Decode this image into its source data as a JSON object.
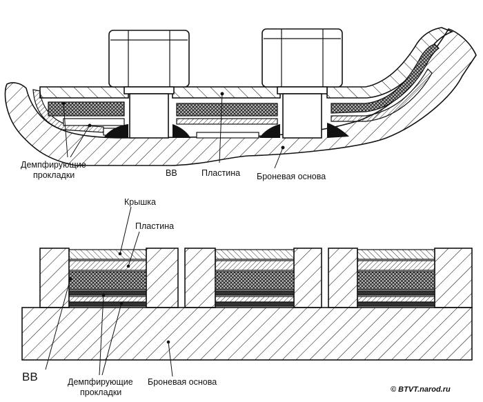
{
  "top_view": {
    "labels": {
      "dampers": [
        "Демпфирующие",
        "прокладки"
      ],
      "explosive": "ВВ",
      "plate": "Пластина",
      "armor_base": "Броневая основа"
    }
  },
  "bottom_view": {
    "labels": {
      "cover": "Крышка",
      "plate": "Пластина",
      "explosive": "ВВ",
      "dampers": [
        "Демпфирующие",
        "прокладки"
      ],
      "armor_base": "Броневая основа"
    }
  },
  "copyright": "© BTVT.narod.ru",
  "colors": {
    "line": "#111111",
    "background": "#ffffff",
    "explosive_fill": "#111111"
  }
}
